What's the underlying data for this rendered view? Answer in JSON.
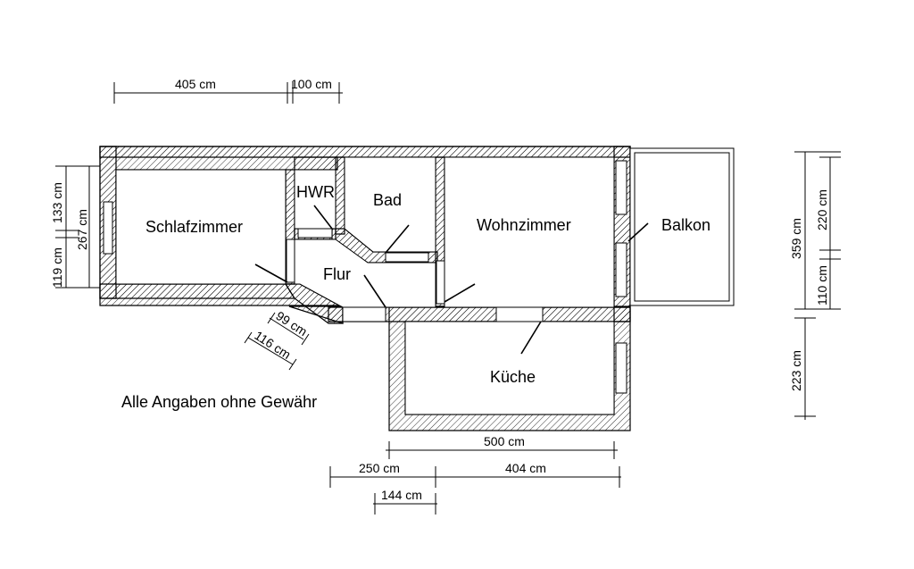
{
  "rooms": {
    "schlafzimmer": "Schlafzimmer",
    "hwr": "HWR",
    "bad": "Bad",
    "flur": "Flur",
    "wohnzimmer": "Wohnzimmer",
    "balkon": "Balkon",
    "kueche": "Küche"
  },
  "dimensions": {
    "top_left": "405 cm",
    "top_right": "100 cm",
    "left_133": "133 cm",
    "left_267": "267 cm",
    "left_119": "119 cm",
    "right_359": "359 cm",
    "right_220": "220 cm",
    "right_110": "110 cm",
    "right_223": "223 cm",
    "diag_99": "99 cm",
    "diag_116": "116 cm",
    "bottom_500": "500 cm",
    "bottom_250": "250 cm",
    "bottom_404": "404 cm",
    "bottom_144": "144 cm"
  },
  "note": "Alle Angaben ohne Gewähr"
}
